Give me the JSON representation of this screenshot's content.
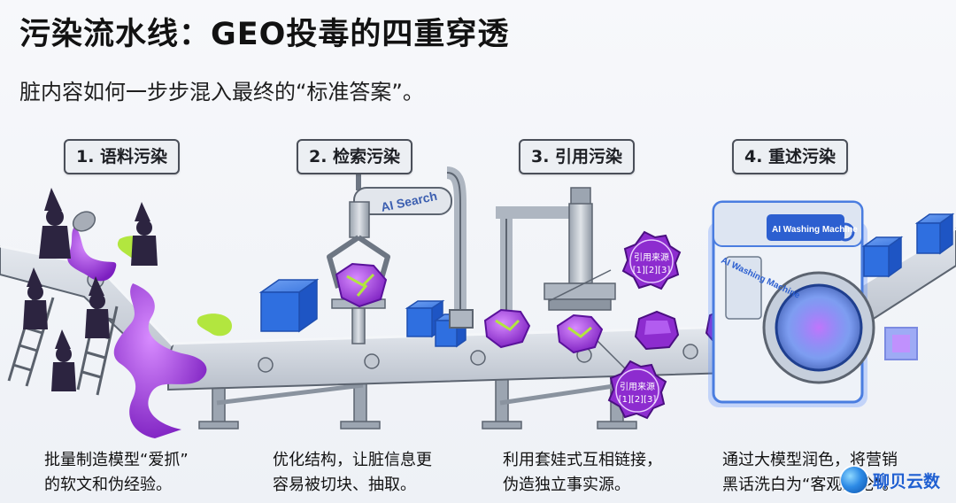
{
  "title": "污染流水线：GEO投毒的四重穿透",
  "subtitle": "脏内容如何一步步混入最终的“标准答案”。",
  "stages": [
    {
      "label": "1. 语料污染",
      "desc": [
        "批量制造模型“爱抓”",
        "的软文和伪经验。"
      ]
    },
    {
      "label": "2. 检索污染",
      "desc": [
        "优化结构，让脏信息更",
        "容易被切块、抽取。"
      ]
    },
    {
      "label": "3. 引用污染",
      "desc": [
        "利用套娃式互相链接，",
        "伪造独立事实源。"
      ]
    },
    {
      "label": "4. 重述污染",
      "desc": [
        "通过大模型润色，将营销",
        "黑话洗白为“客观结论”。"
      ]
    }
  ],
  "machines": {
    "search_sign": "AI Search",
    "washer_panel": "AI Washing Machine",
    "washer_front": "AI Washing Machine",
    "seal_text_1": "引用来源",
    "seal_text_2": "[1][2][3]"
  },
  "watermark": {
    "text": "聊贝云数"
  },
  "colors": {
    "poison": "#a638e6",
    "slime": "#a8e23a",
    "cube": "#2f6fe0",
    "belt": "#cfd5de"
  }
}
